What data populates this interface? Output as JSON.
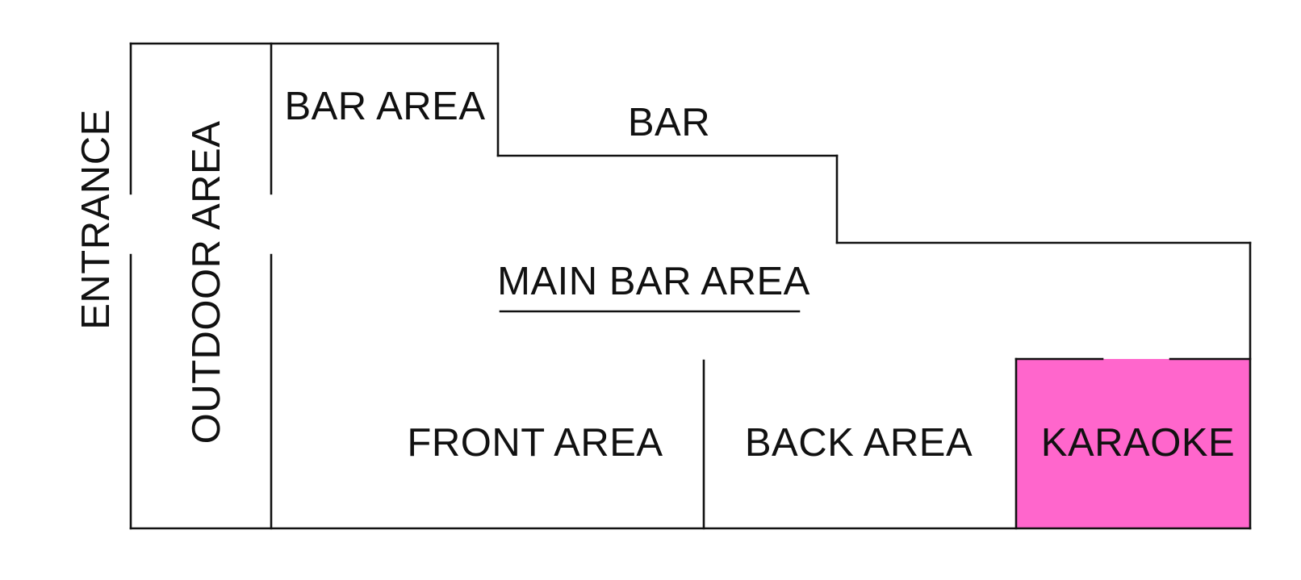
{
  "colors": {
    "wall": "#111111",
    "karaoke_fill": "#ff66cc",
    "background": "#ffffff"
  },
  "labels": {
    "entrance": "ENTRANCE",
    "outdoor_area": "OUTDOOR AREA",
    "bar_area": "BAR AREA",
    "bar": "BAR",
    "main_bar_area": "MAIN BAR AREA",
    "front_area": "FRONT AREA",
    "back_area": "BACK AREA",
    "karaoke": "KARAOKE"
  }
}
